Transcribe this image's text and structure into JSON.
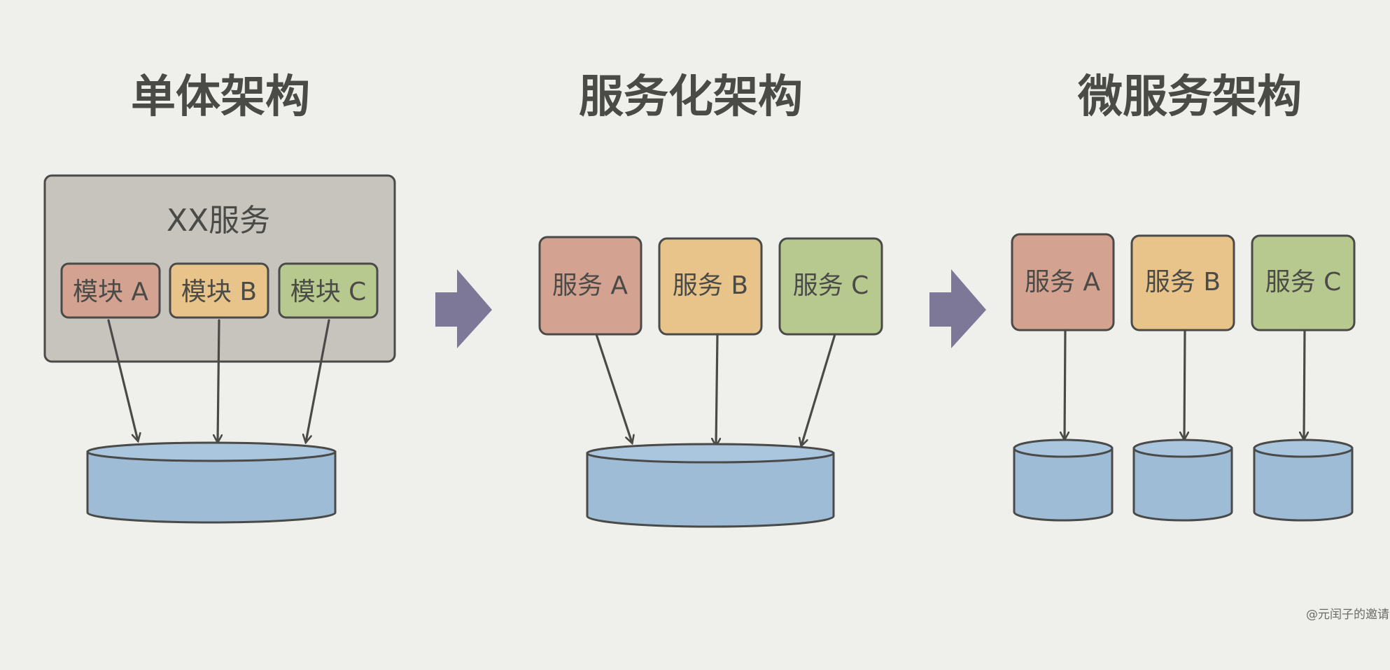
{
  "titles": {
    "monolith": "单体架构",
    "soa": "服务化架构",
    "microservice": "微服务架构"
  },
  "monolith": {
    "container_label": "XX服务",
    "modules": [
      "模块 A",
      "模块 B",
      "模块 C"
    ]
  },
  "soa": {
    "services": [
      "服务 A",
      "服务 B",
      "服务 C"
    ]
  },
  "microservice": {
    "services": [
      "服务 A",
      "服务 B",
      "服务 C"
    ]
  },
  "colors": {
    "background": "#efefeb",
    "container": "#c7c3bd",
    "a": "#d4a291",
    "b": "#e8c48a",
    "c": "#b8c98f",
    "database": "#9ebcd6",
    "arrow": "#7d7898",
    "ink": "#4a4a48"
  },
  "watermark": "@元闰子的邀请"
}
